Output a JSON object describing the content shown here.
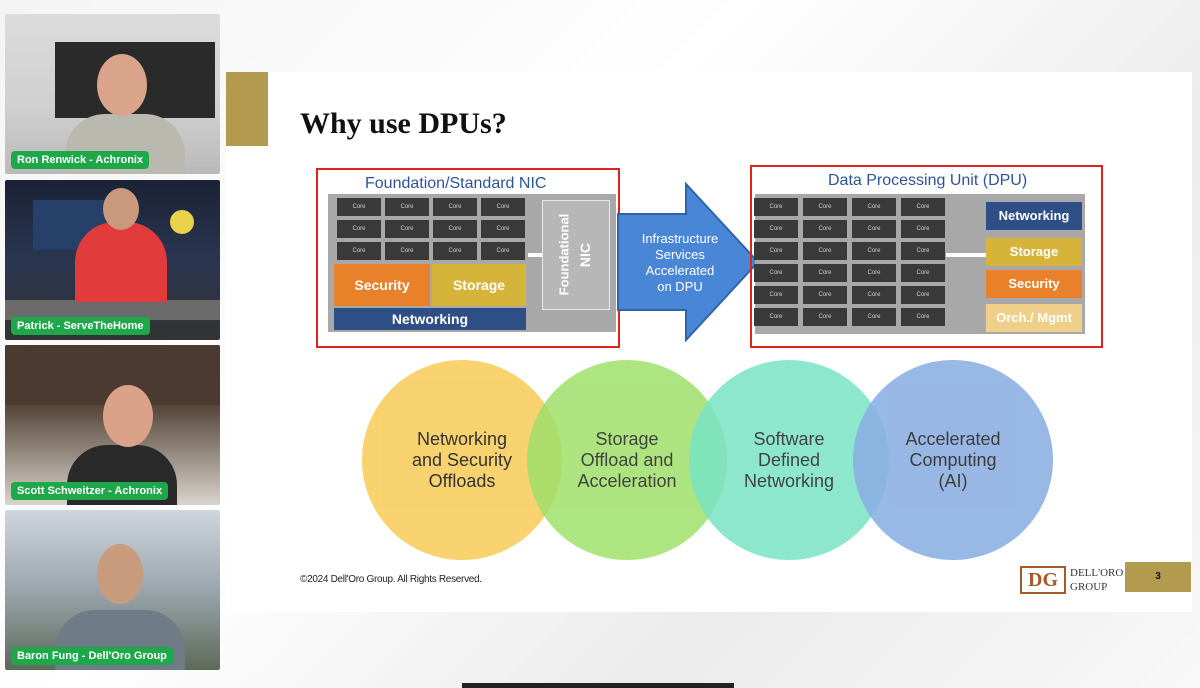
{
  "participants": [
    {
      "name": "Ron Renwick - Achronix"
    },
    {
      "name": "Patrick - ServeTheHome"
    },
    {
      "name": "Scott Schweitzer - Achronix"
    },
    {
      "name": "Baron Fung - Dell'Oro Group"
    }
  ],
  "slide": {
    "title": "Why use DPUs?",
    "left_panel": {
      "title": "Foundation/Standard NIC",
      "core_label": "Core",
      "security": "Security",
      "storage": "Storage",
      "networking": "Networking",
      "foundational": "Foundational",
      "nic": "NIC"
    },
    "arrow_text": "Infrastructure\nServices\nAccelerated\non DPU",
    "right_panel": {
      "title": "Data Processing Unit (DPU)",
      "core_label": "Core",
      "stack": [
        "Networking",
        "Storage",
        "Security",
        "Orch./ Mgmt"
      ]
    },
    "circles": [
      {
        "label": "Networking\nand Security\nOffloads",
        "color": "#f7cf63"
      },
      {
        "label": "Storage\nOffload and\nAcceleration",
        "color": "#9fe06a"
      },
      {
        "label": "Software\nDefined\nNetworking",
        "color": "#79e3c4"
      },
      {
        "label": "Accelerated\nComputing\n(AI)",
        "color": "#8aaee2"
      }
    ],
    "copyright": "©2024 Dell'Oro Group. All Rights Reserved.",
    "logo_line1": "DELL'ORO",
    "logo_line2": "GROUP",
    "page_number": "3"
  },
  "colors": {
    "accent_gold": "#b29a4f",
    "frame_red": "#e0231c",
    "name_tag_green": "#1fa84a",
    "security_orange": "#e8812a",
    "storage_gold": "#d6b43a",
    "networking_blue": "#2d4f86",
    "arrow_blue": "#4a86d6"
  }
}
